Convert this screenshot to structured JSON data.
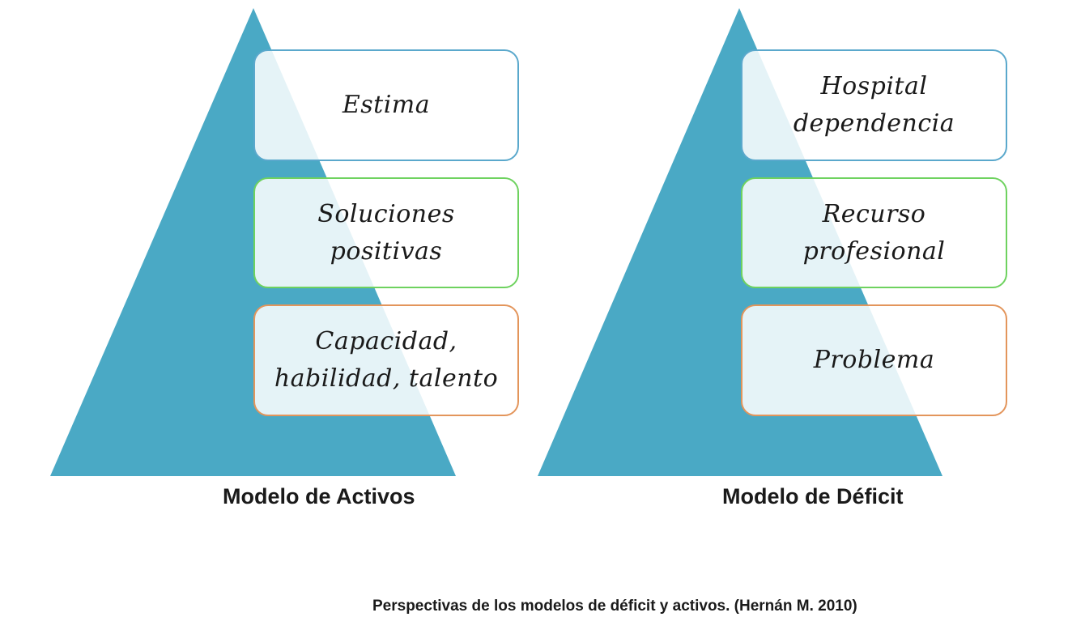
{
  "colors": {
    "pyramid_fill": "#4aa9c5",
    "border_top": "#5aa8cc",
    "border_middle": "#6ed25f",
    "border_bottom": "#e3955b"
  },
  "left_model": {
    "title": "Modelo de Activos",
    "levels": [
      {
        "lines": [
          "Estima"
        ]
      },
      {
        "lines": [
          "Soluciones",
          "positivas"
        ]
      },
      {
        "lines": [
          "Capacidad,",
          "habilidad, talento"
        ]
      }
    ]
  },
  "right_model": {
    "title": "Modelo de Déficit",
    "levels": [
      {
        "lines": [
          "Hospital",
          "dependencia"
        ]
      },
      {
        "lines": [
          "Recurso",
          "profesional"
        ]
      },
      {
        "lines": [
          "Problema"
        ]
      }
    ]
  },
  "caption": "Perspectivas de los modelos de déficit y activos. (Hernán M. 2010)"
}
